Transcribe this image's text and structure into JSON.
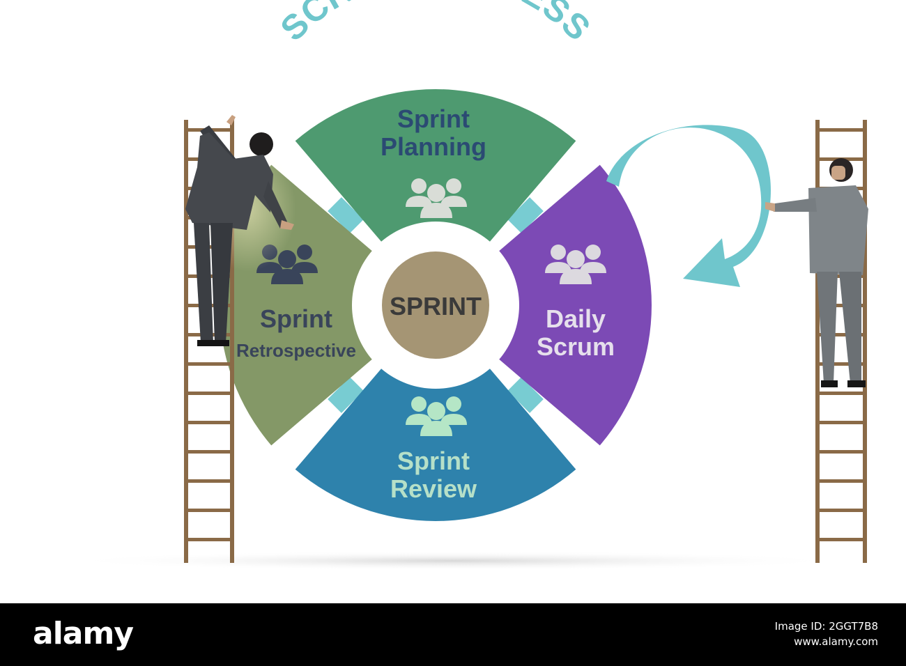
{
  "title": "SCRUM PROCESS",
  "center_label": "SPRINT",
  "segments": [
    {
      "key": "planning",
      "lines": [
        "Sprint",
        "Planning"
      ],
      "color": "#4e9a70",
      "text_color": "#2b4a73",
      "icon_color": "#d9ddd7"
    },
    {
      "key": "daily",
      "lines": [
        "Daily",
        "Scrum"
      ],
      "color": "#7c4ab5",
      "text_color": "#e6e0ec",
      "icon_color": "#dcd9df"
    },
    {
      "key": "review",
      "lines": [
        "Sprint",
        "Review"
      ],
      "color": "#2e82ac",
      "text_color": "#b6e0c8",
      "icon_color": "#b5e6c6"
    },
    {
      "key": "retrospective",
      "lines": [
        "Sprint",
        "Retrospective"
      ],
      "color": "#849867",
      "text_color": "#39445a",
      "icon_color": "#39445a"
    }
  ],
  "colors": {
    "arrow": "#6fc6cc",
    "connector": "#78ccd2",
    "center_fill": "#a59574",
    "center_text": "#3a3a3a",
    "ladder": "#8a6a47"
  },
  "watermark": {
    "brand": "alamy",
    "image_id": "Image ID: 2GGT7B8",
    "url": "www.alamy.com"
  }
}
